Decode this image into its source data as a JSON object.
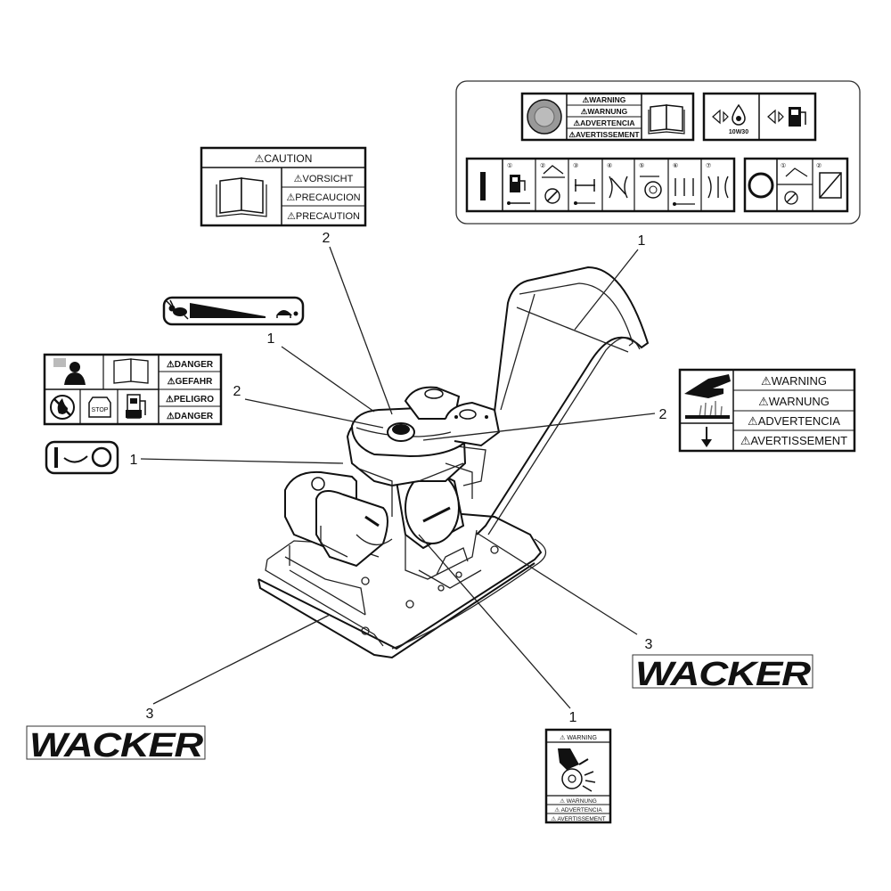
{
  "callouts": {
    "c1_top": "1",
    "c2_caution": "2",
    "c1_speed": "1",
    "c2_danger": "2",
    "c2_right": "2",
    "c1_choke": "1",
    "c3_right": "3",
    "c3_left": "3",
    "c1_bottom": "1"
  },
  "caution_decal": {
    "title": "⚠CAUTION",
    "lines": [
      "⚠VORSICHT",
      "⚠PRECAUCION",
      "⚠PRECAUTION"
    ]
  },
  "warning_decal_top": {
    "lines": [
      "⚠WARNING",
      "⚠WARNUNG",
      "⚠ADVERTENCIA",
      "⚠AVERTISSEMENT"
    ]
  },
  "oil_decal": {
    "oil_grade": "10W30"
  },
  "start_decal": {
    "step_numbers": [
      "①",
      "②",
      "③",
      "④",
      "⑤",
      "⑥",
      "⑦"
    ],
    "stop_step_numbers": [
      "①",
      "②"
    ]
  },
  "danger_decal": {
    "lines": [
      "⚠DANGER",
      "⚠GEFAHR",
      "⚠PELIGRO",
      "⚠DANGER"
    ],
    "stop_text": "STOP"
  },
  "hot_warning_decal": {
    "lines": [
      "⚠WARNING",
      "⚠WARNUNG",
      "⚠ADVERTENCIA",
      "⚠AVERTISSEMENT"
    ]
  },
  "belt_warning_decal": {
    "title": "⚠ WARNING",
    "lines": [
      "⚠ WARNUNG",
      "⚠ ADVERTENCIA",
      "⚠ AVERTISSEMENT"
    ]
  },
  "logos": {
    "right": "WACKER",
    "left": "WACKER"
  }
}
